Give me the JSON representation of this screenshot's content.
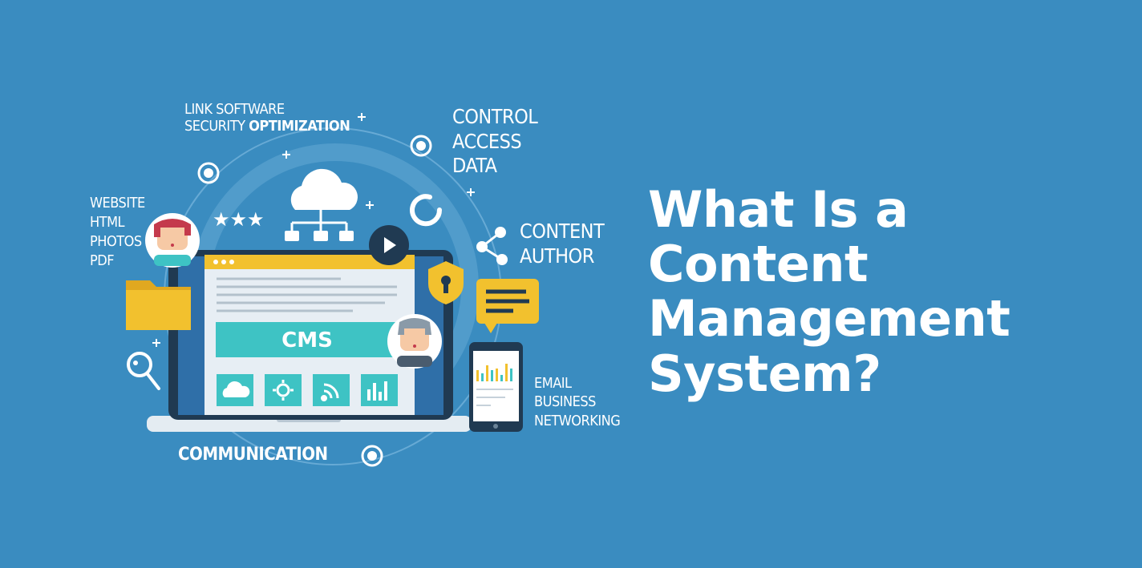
{
  "banner": {
    "title_lines": [
      "What Is a Content",
      "Management",
      "System?"
    ],
    "colors": {
      "background": "#3a8cc0",
      "accent_yellow": "#f2c12e",
      "accent_teal": "#3ec3c4",
      "laptop_frame": "#203a52",
      "screen_window": "#e7eef4"
    }
  },
  "labels": {
    "link_software_line1": "LINK SOFTWARE",
    "link_software_line2_prefix": "SECURITY",
    "link_software_line2_bold": "OPTIMIZATION",
    "control_access_data": [
      "CONTROL",
      "ACCESS",
      "DATA"
    ],
    "website_list": [
      "WEBSITE",
      "HTML",
      "PHOTOS",
      "PDF"
    ],
    "content_author": [
      "CONTENT",
      "AUTHOR"
    ],
    "email_business": [
      "EMAIL",
      "BUSINESS",
      "NETWORKING"
    ],
    "communication": "COMMUNICATION"
  },
  "laptop": {
    "screen_label": "CMS",
    "rating_stars": "★★★"
  },
  "icons": [
    "cloud-network-icon",
    "play-icon",
    "refresh-icon",
    "share-icon",
    "shield-lock-icon",
    "chat-bubble-icon",
    "folder-icon",
    "search-icon",
    "cloud-icon",
    "gear-icon",
    "rss-icon",
    "bar-chart-icon",
    "smartphone-icon",
    "user-avatar-icon"
  ]
}
